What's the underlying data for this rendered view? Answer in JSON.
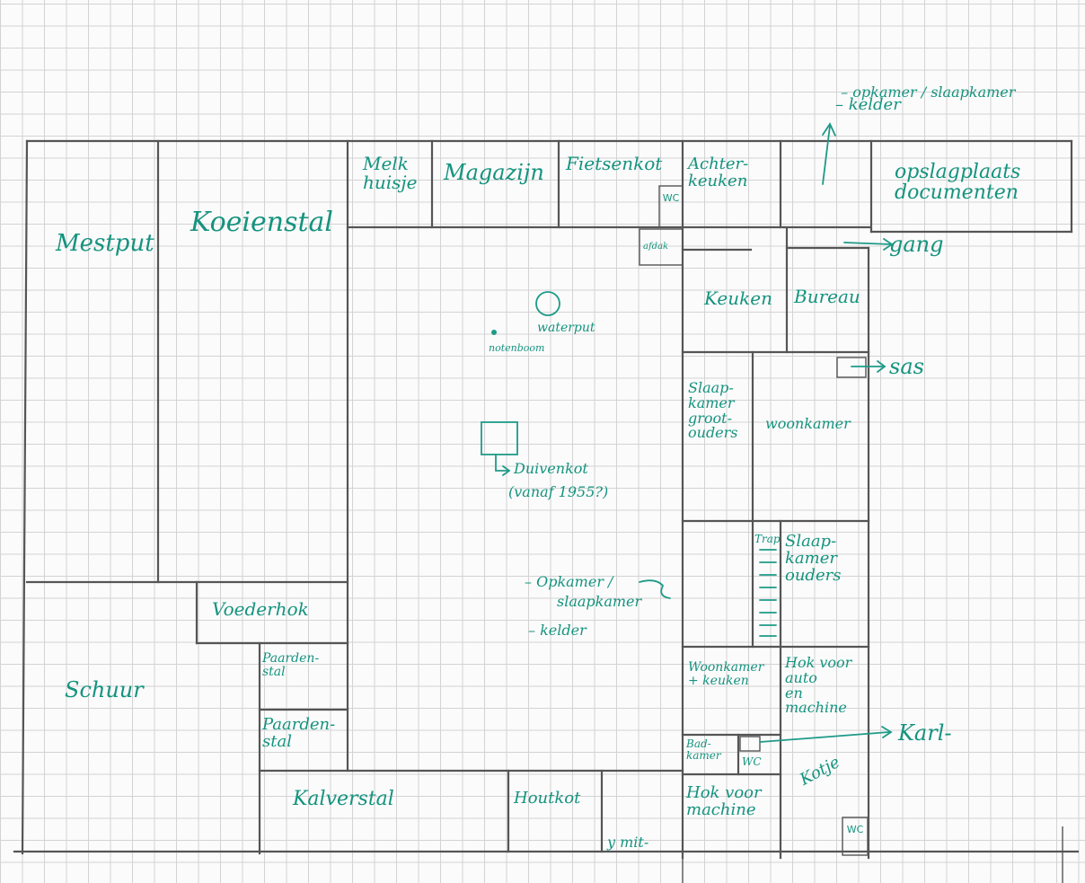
{
  "rooms": {
    "mestput": "Mestput",
    "koeienstal": "Koeienstal",
    "melkhuisje": "Melk\nhuisje",
    "magazijn": "Magazijn",
    "fietsenkot": "Fietsenkot",
    "achterkeuken": "Achter-\nkeuken",
    "opslagplaats": "opslagplaats\ndocumenten",
    "wc_top": "WC",
    "afdak": "afdak",
    "keuken": "Keuken",
    "bureau": "Bureau",
    "slaapkamer_grootouders": "Slaap-\nkamer\ngroot-\nouders",
    "woonkamer": "woonkamer",
    "trap": "Trap",
    "slaapkamer_ouders": "Slaap-\nkamer\nouders",
    "voederhok": "Voederhok",
    "schuur": "Schuur",
    "paardenstal_1": "Paarden-\nstal",
    "paardenstal_2": "Paarden-\nstal",
    "woonkamer_keuken": "Woonkamer\n+ keuken",
    "hok_auto": "Hok voor\nauto\nen\nmachine",
    "badkamer": "Bad-\nkamer",
    "wc_mid": "WC",
    "kalverstal": "Kalverstal",
    "houtkot": "Houtkot",
    "hok_machine": "Hok voor\nmachine",
    "kotje": "Kotje",
    "wc_bottom": "WC"
  },
  "annotations": {
    "top_right_1": "– opkamer / slaapkamer",
    "top_right_2": "– kelder",
    "waterput": "waterput",
    "notenboom": "notenboom",
    "duivenkot_1": "Duivenkot",
    "duivenkot_2": "(vanaf 1955?)",
    "middle_1": "– Opkamer /",
    "middle_2": "slaapkamer",
    "middle_3": "– kelder",
    "gang": "gang",
    "sas": "sas",
    "karl": "Karl-",
    "ymit": "y mit-"
  },
  "colors": {
    "ink": "#1e9a88",
    "pencil": "#555555",
    "grid": "#d3d3d3",
    "paper": "#fbfbfb"
  }
}
